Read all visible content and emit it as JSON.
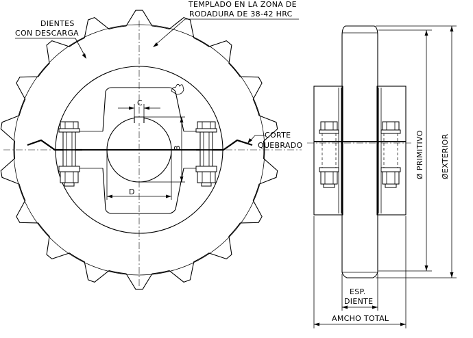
{
  "labels": {
    "dientes_line1": "DIENTES",
    "dientes_line2": "CON DESCARGA",
    "templado_line1": "TEMPLADO EN LA ZONA DE",
    "templado_line2": "RODADURA DE 38-42 HRC",
    "corte_line1": "CORTE",
    "corte_line2": "QUEBRADO",
    "dim_c": "C",
    "dim_b": "B",
    "dim_d": "D",
    "primitivo": "Ø PRIMITIVO",
    "exterior": "ØEXTERIOR",
    "esp_line1": "ESP.",
    "esp_line2": "DIENTE",
    "ancho_total": "AMCHO TOTAL"
  },
  "sprocket": {
    "teeth": 18
  }
}
